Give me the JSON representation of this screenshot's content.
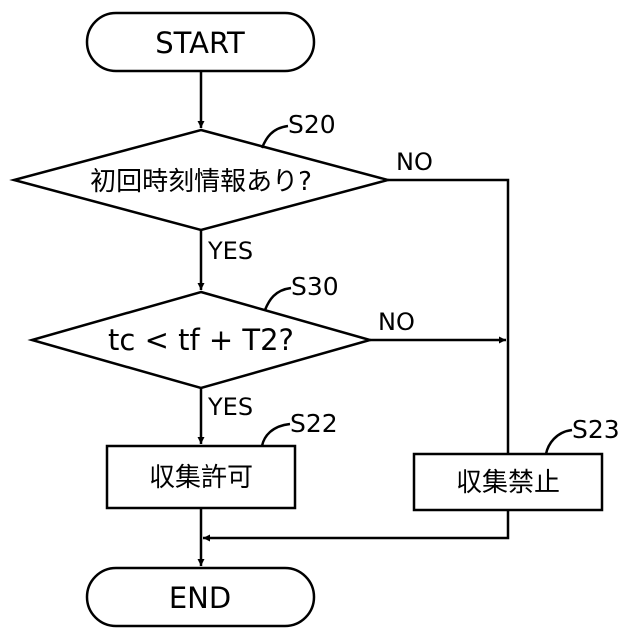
{
  "start": "START",
  "end": "END",
  "decision1": {
    "text": "初回時刻情報あり?",
    "step": "S20",
    "no": "NO",
    "yes": "YES"
  },
  "decision2": {
    "text": "tc < tf + T2?",
    "step": "S30",
    "no": "NO",
    "yes": "YES"
  },
  "process_allow": {
    "text": "収集許可",
    "step": "S22"
  },
  "process_deny": {
    "text": "収集禁止",
    "step": "S23"
  }
}
